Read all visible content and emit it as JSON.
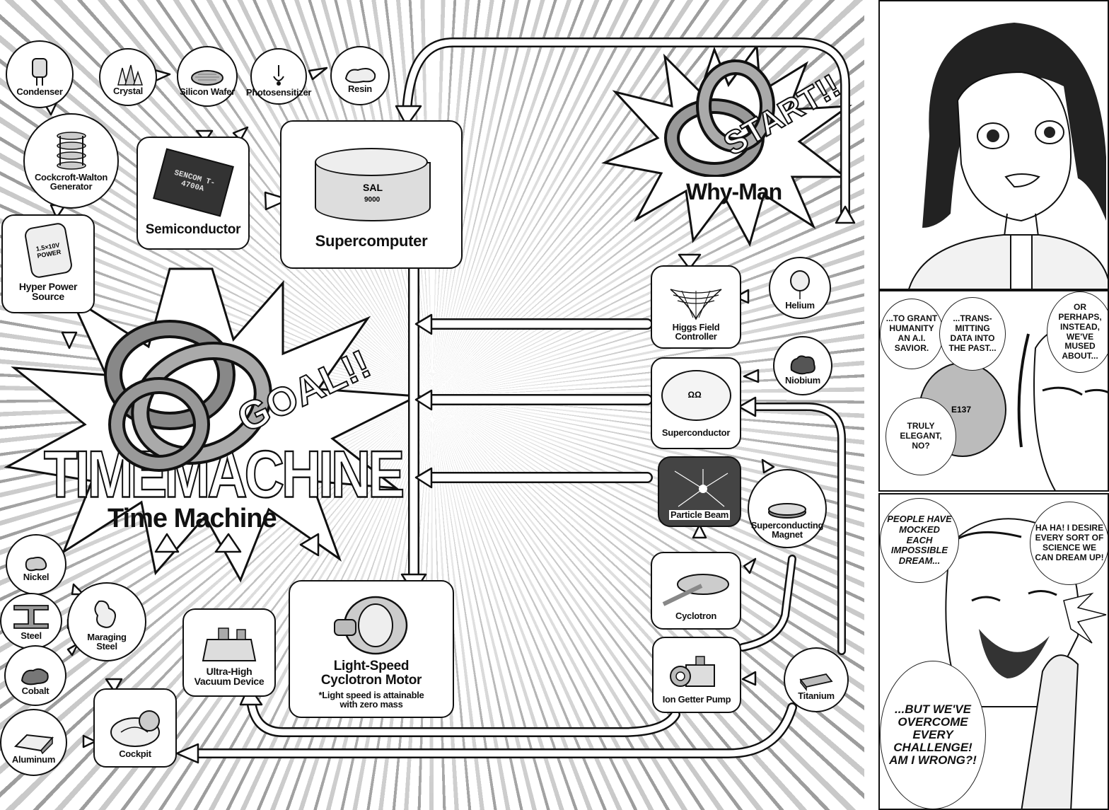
{
  "diagram": {
    "goal": {
      "big_outline": "TIMEMACHINE",
      "label": "Time Machine",
      "shout": "GOAL!!"
    },
    "start": {
      "label": "Why-Man",
      "shout": "START!!"
    },
    "nodes": {
      "condenser": "Condenser",
      "crystal": "Crystal",
      "silicon_wafer": "Silicon Wafer",
      "photosensitizer": "Photosensitizer",
      "resin": "Resin",
      "cockcroft_walton": "Cockcroft-Walton Generator",
      "semiconductor": "Semiconductor",
      "supercomputer": "Supercomputer",
      "hyper_power": "Hyper Power Source",
      "higgs": "Higgs Field Controller",
      "helium": "Helium",
      "niobium": "Niobium",
      "superconductor": "Superconductor",
      "particle_beam": "Particle Beam",
      "sc_magnet": "Superconducting Magnet",
      "cyclotron": "Cyclotron",
      "ion_getter": "Ion Getter Pump",
      "titanium": "Titanium",
      "nickel": "Nickel",
      "steel": "Steel",
      "maraging": "Maraging Steel",
      "cobalt": "Cobalt",
      "aluminum": "Aluminum",
      "cockpit": "Cockpit",
      "vacuum": "Ultra-High Vacuum Device",
      "motor": "Light-Speed Cyclotron Motor",
      "motor_note": "*Light speed is attainable with zero mass"
    },
    "props": {
      "chip_text": "SENCOM T-4700A",
      "sal_text": "SAL",
      "sal_num": "9000",
      "power_text": "1.5×10V POWER",
      "magnet_label": "ΩΩ"
    }
  },
  "panels": {
    "p2": {
      "b1": "...TO GRANT HUMANITY AN A.I. SAVIOR.",
      "b2": "...TRANS-MITTING DATA INTO THE PAST...",
      "b3": "OR PERHAPS, INSTEAD, WE'VE MUSED ABOUT...",
      "b4": "TRULY ELEGANT, NO?",
      "robot_text": "E137"
    },
    "p3": {
      "b1": "PEOPLE HAVE MOCKED EACH IMPOSSIBLE DREAM...",
      "b2": "HA HA! I DESIRE EVERY SORT OF SCIENCE WE CAN DREAM UP!",
      "b3": "...BUT WE'VE OVERCOME EVERY CHALLENGE! AM I WRONG?!"
    }
  }
}
